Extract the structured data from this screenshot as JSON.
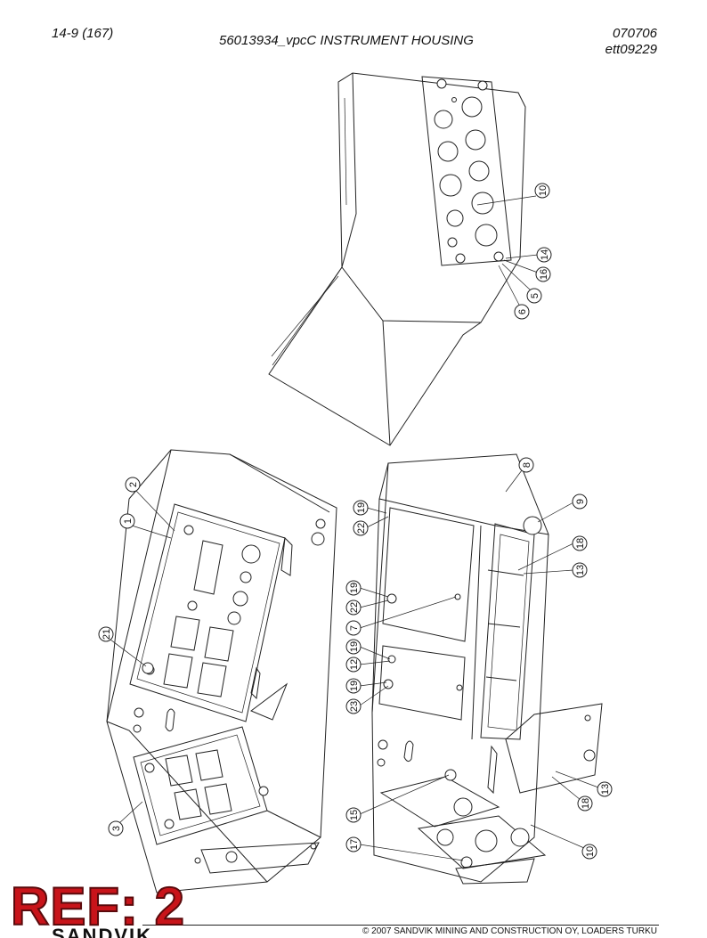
{
  "header": {
    "page_number": "14-9 (167)",
    "title": "56013934_vpcC INSTRUMENT HOUSING",
    "doc_date": "070706",
    "doc_id": "ett09229"
  },
  "callouts": {
    "c1": "1",
    "c2": "2",
    "c3": "3",
    "c5": "5",
    "c6": "6",
    "c7": "7",
    "c8": "8",
    "c9": "9",
    "c10a": "10",
    "c10b": "10",
    "c12": "12",
    "c13a": "13",
    "c13b": "13",
    "c14": "14",
    "c15": "15",
    "c16": "16",
    "c17": "17",
    "c18a": "18",
    "c18b": "18",
    "c19a": "19",
    "c19b": "19",
    "c19c": "19",
    "c19d": "19",
    "c21": "21",
    "c22a": "22",
    "c22b": "22",
    "c23": "23"
  },
  "overlay": {
    "ref_stamp": "REF: 2",
    "brand": "SANDVIK"
  },
  "footer": {
    "copyright": "© 2007 SANDVIK MINING AND CONSTRUCTION OY, LOADERS TURKU"
  }
}
